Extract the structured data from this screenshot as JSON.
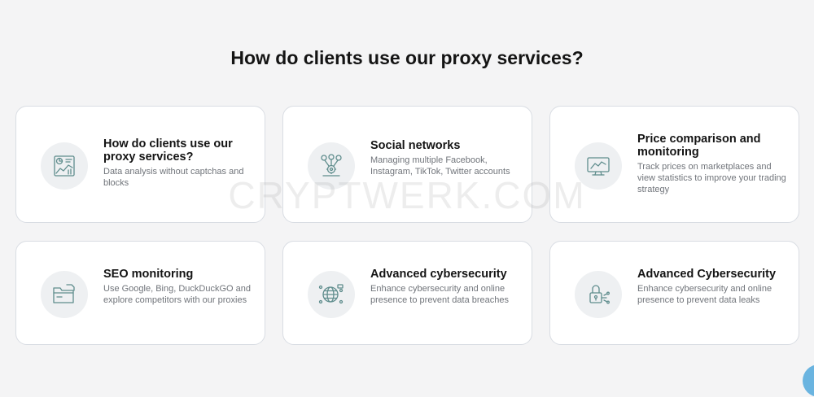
{
  "section": {
    "heading": "How do clients use our proxy services?"
  },
  "cards": [
    {
      "title": "How do clients use our proxy services?",
      "description": "Data analysis without captchas and blocks",
      "icon": "analytics-icon"
    },
    {
      "title": "Social networks",
      "description": "Managing multiple Facebook, Instagram, TikTok, Twitter accounts",
      "icon": "social-network-icon"
    },
    {
      "title": "Price comparison and monitoring",
      "description": "Track prices on marketplaces and view statistics to improve your trading strategy",
      "icon": "monitor-chart-icon"
    },
    {
      "title": "SEO monitoring",
      "description": "Use Google, Bing, DuckDuckGO and explore competitors with our proxies",
      "icon": "folder-icon"
    },
    {
      "title": "Advanced cybersecurity",
      "description": "Enhance cybersecurity and online presence to prevent data breaches",
      "icon": "globe-network-icon"
    },
    {
      "title": "Advanced Cybersecurity",
      "description": "Enhance cybersecurity and online presence to prevent data leaks",
      "icon": "padlock-icon"
    }
  ],
  "watermark": "CRYPTWERK.COM",
  "colors": {
    "background": "#f4f4f5",
    "card_background": "#ffffff",
    "card_border": "#d9dde3",
    "icon_stroke": "#5f8d8d",
    "icon_circle": "#eef0f2",
    "chat_bubble": "#6ab4e0"
  }
}
